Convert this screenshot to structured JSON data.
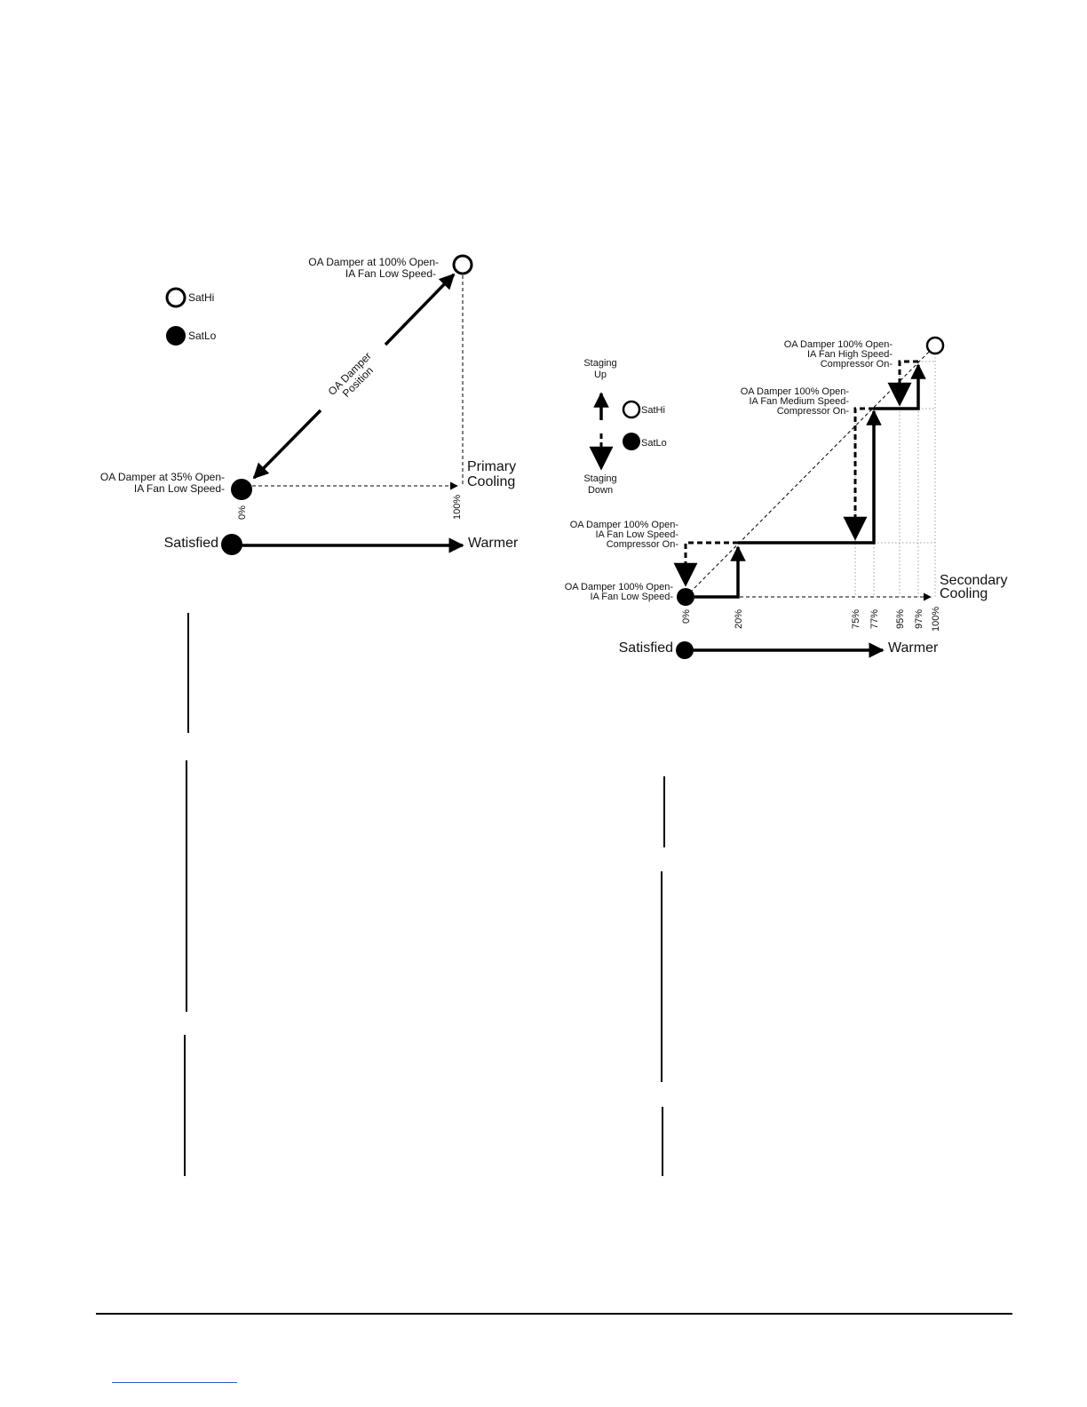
{
  "left_diagram": {
    "legend_hi": "SatHi",
    "legend_lo": "SatLo",
    "top_label_1": "OA Damper at 100% Open-",
    "top_label_2": "IA Fan Low Speed-",
    "bottom_label_1": "OA Damper at 35% Open-",
    "bottom_label_2": "IA Fan Low Speed-",
    "diag_label_1": "OA Damper",
    "diag_label_2": "Position",
    "mode_1": "Primary",
    "mode_2": "Cooling",
    "tick_start": "0%",
    "tick_end": "100%",
    "axis_left": "Satisfied",
    "axis_right": "Warmer"
  },
  "right_diagram": {
    "staging_up_1": "Staging",
    "staging_up_2": "Up",
    "staging_down_1": "Staging",
    "staging_down_2": "Down",
    "legend_hi": "SatHi",
    "legend_lo": "SatLo",
    "stage4_1": "OA Damper 100% Open-",
    "stage4_2": "IA Fan High Speed-",
    "stage4_3": "Compressor On-",
    "stage3_1": "OA Damper 100% Open-",
    "stage3_2": "IA Fan Medium Speed-",
    "stage3_3": "Compressor On-",
    "stage2_1": "OA Damper 100% Open-",
    "stage2_2": "IA Fan Low Speed-",
    "stage2_3": "Compressor On-",
    "stage1_1": "OA Damper 100% Open-",
    "stage1_2": "IA Fan Low Speed-",
    "mode_1": "Secondary",
    "mode_2": "Cooling",
    "ticks": [
      "0%",
      "20%",
      "75%",
      "77%",
      "95%",
      "97%",
      "100%"
    ],
    "axis_left": "Satisfied",
    "axis_right": "Warmer"
  }
}
